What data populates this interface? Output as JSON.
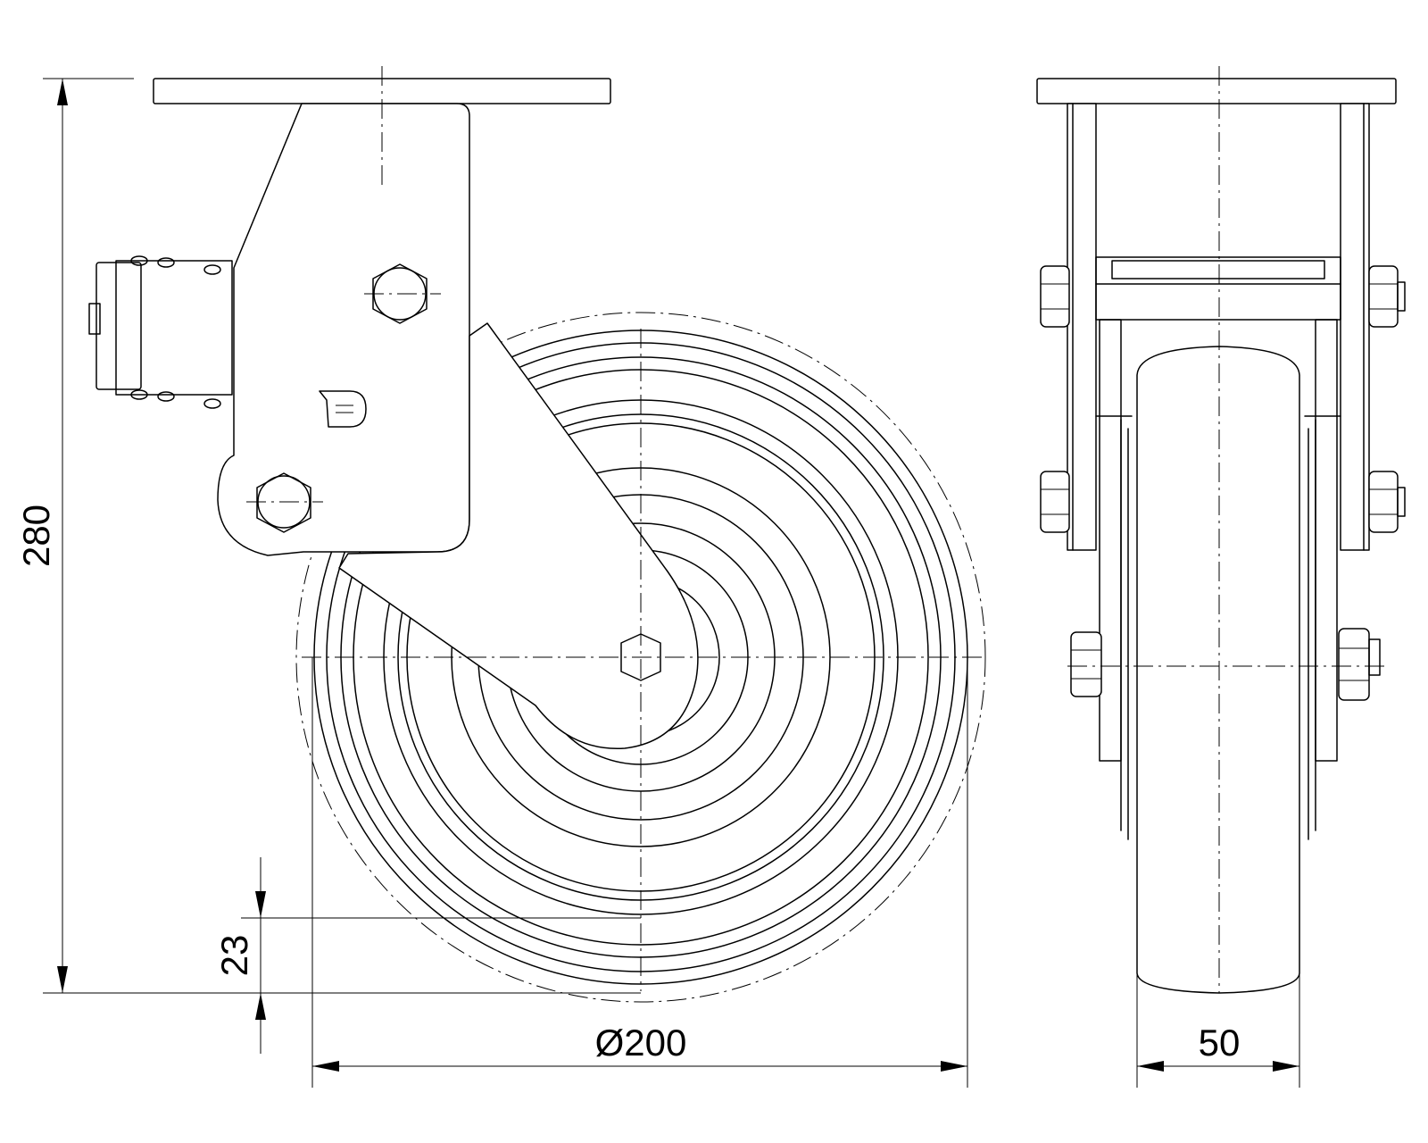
{
  "drawing": {
    "dimensions": {
      "overall_height": "280",
      "offset": "23",
      "wheel_diameter": "Ø200",
      "wheel_width": "50"
    }
  }
}
